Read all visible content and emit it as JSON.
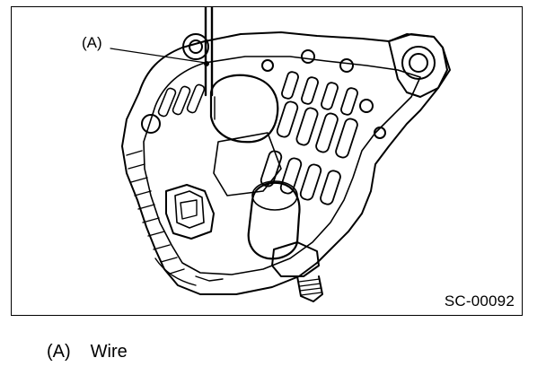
{
  "figure": {
    "callout_label": "(A)",
    "figure_code": "SC-00092"
  },
  "legend": [
    {
      "key": "(A)",
      "text": "Wire"
    }
  ]
}
